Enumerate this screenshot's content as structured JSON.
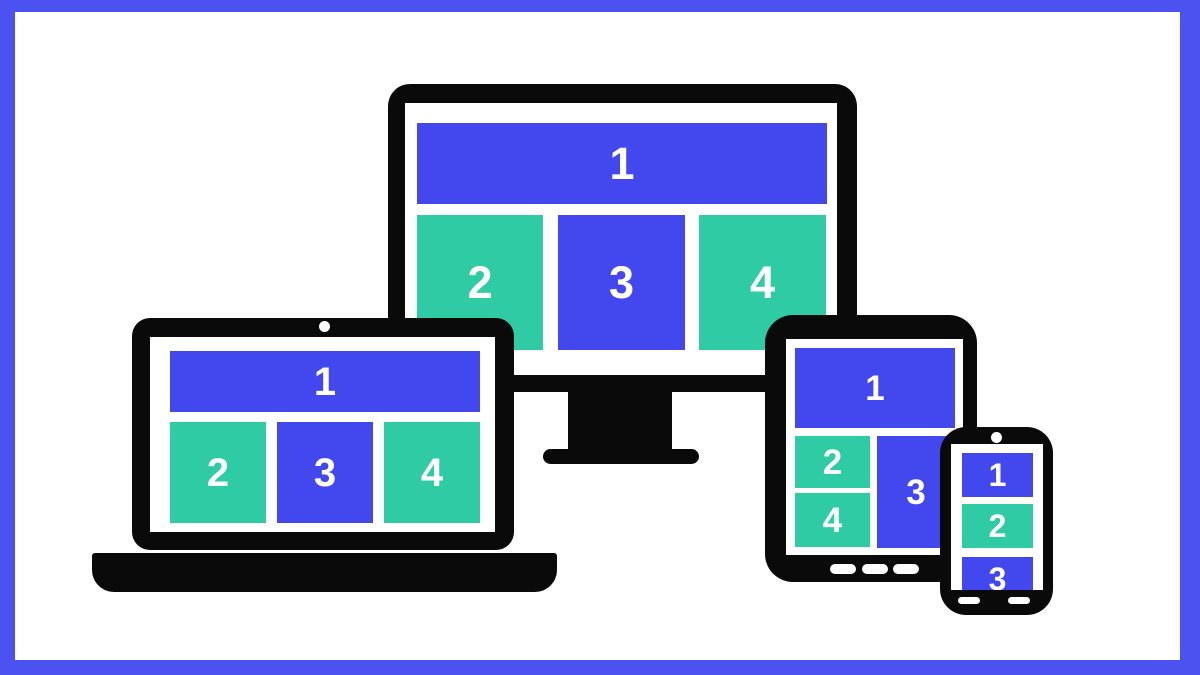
{
  "palette": {
    "border_blue": "#4B52F0",
    "block_blue": "#4347EE",
    "block_teal": "#2FCBA4",
    "device_black": "#0A0A0A",
    "screen_white": "#FFFFFF"
  },
  "devices": [
    {
      "id": "desktop-monitor",
      "blocks": [
        {
          "label": "1",
          "color": "blue"
        },
        {
          "label": "2",
          "color": "teal"
        },
        {
          "label": "3",
          "color": "blue"
        },
        {
          "label": "4",
          "color": "teal"
        }
      ]
    },
    {
      "id": "laptop",
      "blocks": [
        {
          "label": "1",
          "color": "blue"
        },
        {
          "label": "2",
          "color": "teal"
        },
        {
          "label": "3",
          "color": "blue"
        },
        {
          "label": "4",
          "color": "teal"
        }
      ]
    },
    {
      "id": "tablet",
      "blocks": [
        {
          "label": "1",
          "color": "blue"
        },
        {
          "label": "2",
          "color": "teal"
        },
        {
          "label": "3",
          "color": "blue"
        },
        {
          "label": "4",
          "color": "teal"
        }
      ]
    },
    {
      "id": "phone",
      "blocks": [
        {
          "label": "1",
          "color": "blue"
        },
        {
          "label": "2",
          "color": "teal"
        },
        {
          "label": "3",
          "color": "blue"
        }
      ]
    }
  ]
}
